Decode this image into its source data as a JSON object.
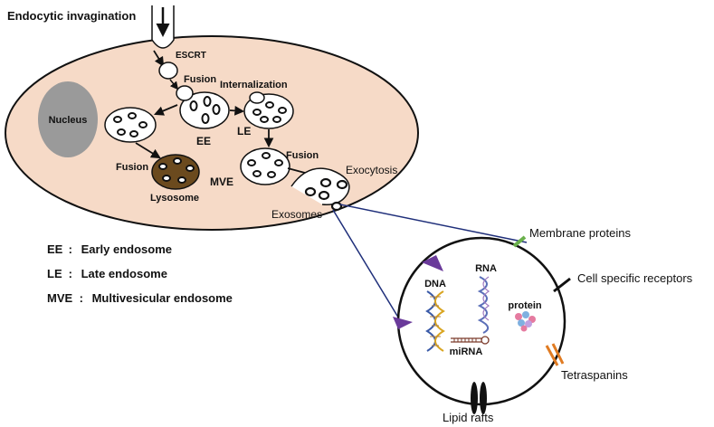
{
  "labels": {
    "endocytic_invagination": "Endocytic invagination",
    "escrt": "ESCRT",
    "fusion_top": "Fusion",
    "internalization": "Internalization",
    "nucleus": "Nucleus",
    "ee": "EE",
    "le": "LE",
    "fusion_left": "Fusion",
    "lysosome": "Lysosome",
    "mve": "MVE",
    "fusion_right": "Fusion",
    "exocytosis": "Exocytosis",
    "exosomes": "Exosomes",
    "membrane_proteins": "Membrane proteins",
    "cell_specific_receptors": "Cell specific receptors",
    "dna": "DNA",
    "rna": "RNA",
    "protein": "protein",
    "mirna": "miRNA",
    "tetraspanins": "Tetraspanins",
    "lipid_rafts": "Lipid rafts"
  },
  "legend": [
    {
      "abbr": "EE",
      "sep": ":",
      "text": "Early endosome"
    },
    {
      "abbr": "LE",
      "sep": ":",
      "text": "Late endosome"
    },
    {
      "abbr": "MVE",
      "sep": ":",
      "text": "Multivesicular endosome"
    }
  ],
  "colors": {
    "cell_fill": "#f6dac7",
    "nucleus": "#9a9a9a",
    "lysosome": "#6b4a1e",
    "connector": "#1f2f7a",
    "membrane_protein": "#6ab04c",
    "tetraspanin": "#e07b22",
    "marker": "#6a3a9a"
  }
}
